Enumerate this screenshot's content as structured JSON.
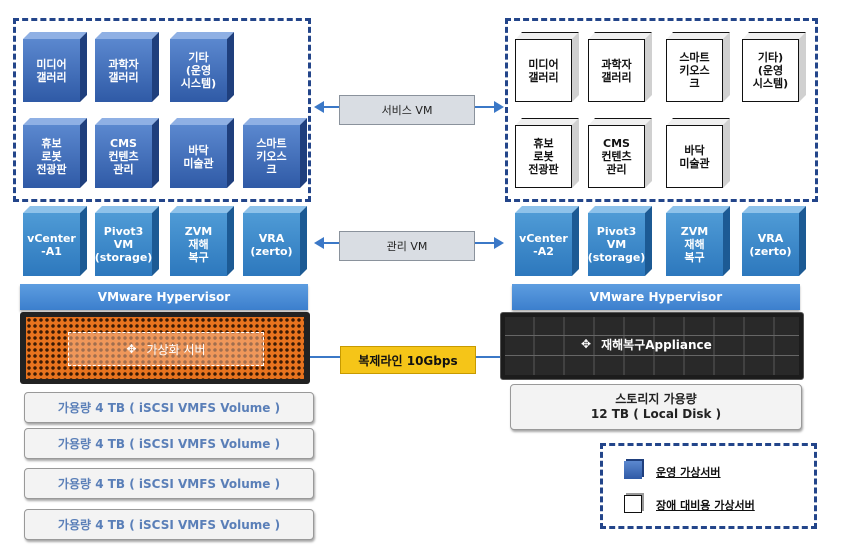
{
  "left_service_vms": [
    {
      "label": "미디어\n갤러리"
    },
    {
      "label": "과학자\n갤러리"
    },
    {
      "label": "기타\n(운영\n시스템)"
    },
    {
      "label": "휴보\n로봇\n전광판"
    },
    {
      "label": "CMS\n컨텐츠\n관리"
    },
    {
      "label": "바닥\n미술관"
    },
    {
      "label": "스마트\n키오스\n크"
    }
  ],
  "right_service_vms": [
    {
      "label": "미디어\n갤러리"
    },
    {
      "label": "과학자\n갤러리"
    },
    {
      "label": "스마트\n키오스\n크"
    },
    {
      "label": "기타)\n(운영\n시스템)"
    },
    {
      "label": "휴보\n로봇\n전광판"
    },
    {
      "label": "CMS\n컨텐츠\n관리"
    },
    {
      "label": "바닥\n미술관"
    }
  ],
  "left_mgmt_vms": [
    {
      "label": "vCenter\n-A1"
    },
    {
      "label": "Pivot3\nVM\n(storage)"
    },
    {
      "label": "ZVM\n재해\n복구"
    },
    {
      "label": "VRA\n(zerto)"
    }
  ],
  "right_mgmt_vms": [
    {
      "label": "vCenter\n-A2"
    },
    {
      "label": "Pivot3\nVM\n(storage)"
    },
    {
      "label": "ZVM\n재해\n복구"
    },
    {
      "label": "VRA\n(zerto)"
    }
  ],
  "service_vm_label": "서비스 VM",
  "mgmt_vm_label": "관리 VM",
  "hypervisor_label": "VMware Hypervisor",
  "left_server_label": "가상화 서버",
  "right_server_label": "재해복구Appliance",
  "replication_label": "복제라인 10Gbps",
  "volumes": [
    "가용량 4 TB ( iSCSI VMFS Volume )",
    "가용량 4 TB ( iSCSI VMFS Volume )",
    "가용량 4 TB ( iSCSI VMFS Volume )",
    "가용량 4 TB ( iSCSI VMFS Volume )"
  ],
  "storage": {
    "line1": "스토리지 가용량",
    "line2": "12 TB ( Local Disk )"
  },
  "legend": {
    "operational": "운영 가상서버",
    "standby": "장애 대비용 가상서버"
  },
  "colors": {
    "dashed_border": "#23458a",
    "vm_blue": "#2f5aa6",
    "mgmt_blue": "#2d78bd",
    "hypervisor": "#3c7fcd",
    "server_orange": "#e8731e",
    "replication_yellow": "#f5c518"
  }
}
